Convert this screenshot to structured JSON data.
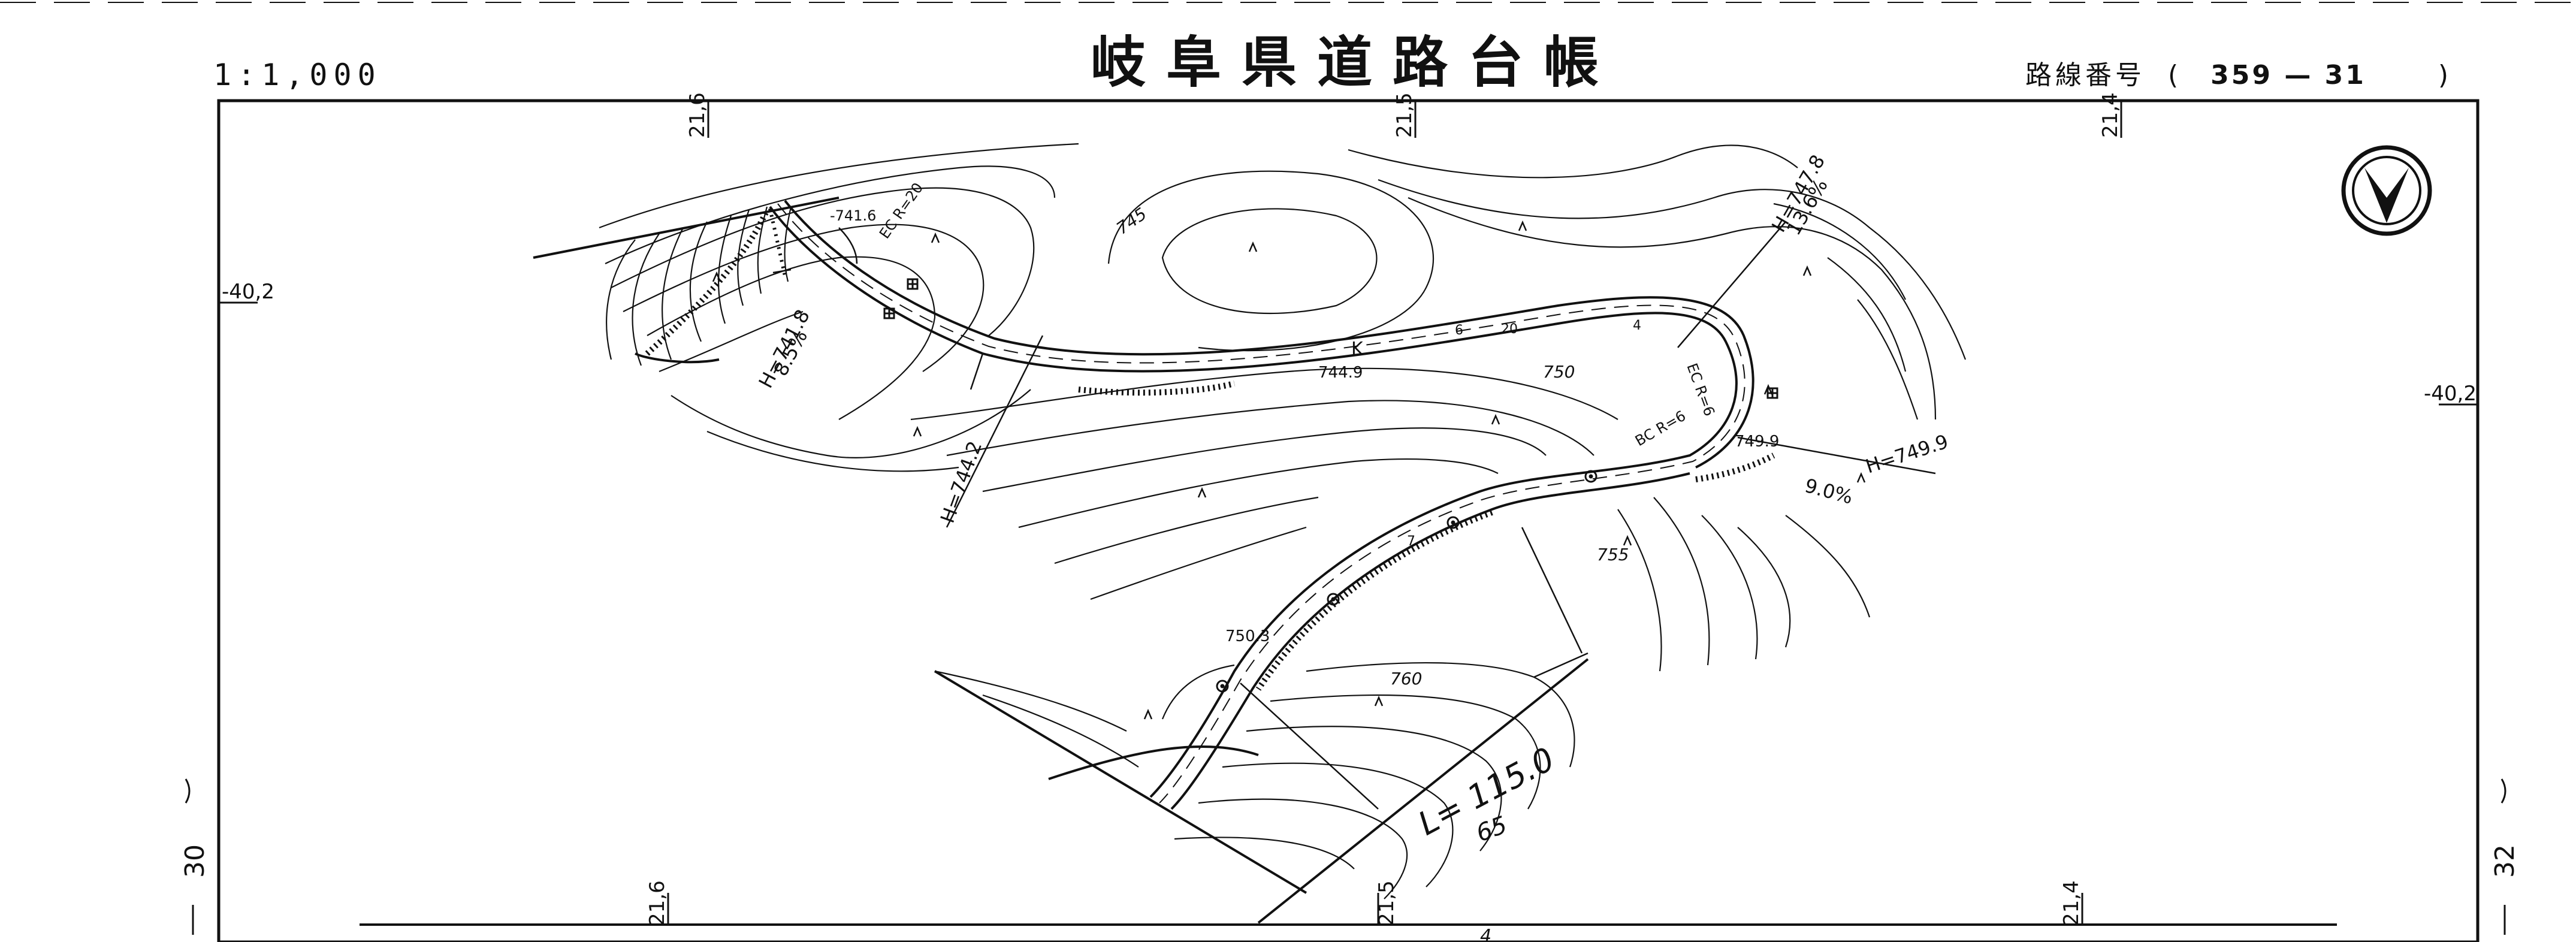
{
  "header": {
    "scale": "1:1,000",
    "title": "岐阜県道路台帳",
    "route_label": "路線番号",
    "route_open": "(",
    "route_number": "359 — 31",
    "route_close": ")"
  },
  "grid_labels": {
    "top": [
      "21,6",
      "21,5",
      "21,4"
    ],
    "bottom": [
      "21,6",
      "21,5",
      "21,4"
    ],
    "left": "-40,2",
    "right": "-40,2"
  },
  "margin_labels": {
    "left_sheet": "30",
    "right_sheet": "32"
  },
  "contour_labels": [
    "745",
    "750",
    "755",
    "760"
  ],
  "elevations": [
    "-741.6",
    "744.9",
    "749.9",
    "750.3"
  ],
  "gradients": [
    "H=741.8",
    "8.5%",
    "H=744.2",
    "H=747.8",
    "13.6%",
    "H=749.9",
    "9.0%"
  ],
  "curve_labels": [
    "EC R=20",
    "EC R=6",
    "BC R=6"
  ],
  "road_markers": [
    "K",
    "6",
    "20",
    "7",
    "4"
  ],
  "length_note": "L= 115.0",
  "handwritten": [
    "65",
    "4"
  ],
  "north_symbol": "north-arrow",
  "colors": {
    "ink": "#111111",
    "paper": "#ffffff"
  }
}
